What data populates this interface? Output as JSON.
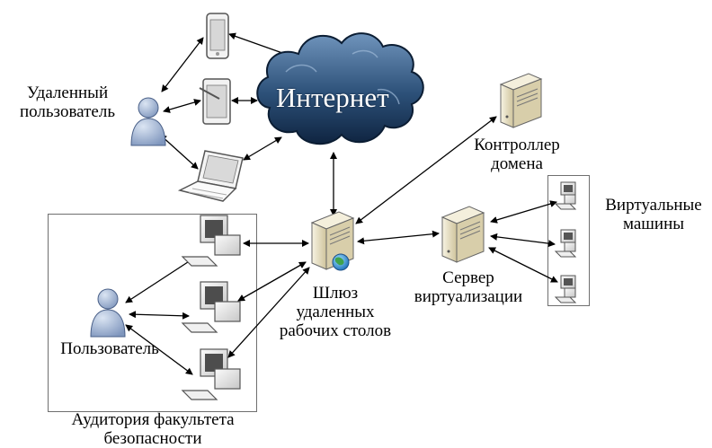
{
  "labels": {
    "internet": "Интернет",
    "remote_user": [
      "Удаленный",
      "пользователь"
    ],
    "domain_controller": [
      "Контроллер",
      "домена"
    ],
    "virtual_machines": [
      "Виртуальные",
      "машины"
    ],
    "gateway": [
      "Шлюз",
      "удаленных",
      "рабочих столов"
    ],
    "virt_server": [
      "Сервер",
      "виртуализации"
    ],
    "user": "Пользователь",
    "classroom": [
      "Аудитория факультета",
      "безопасности"
    ]
  },
  "icons": {
    "remote_user": "user-icon",
    "phone": "smartphone-icon",
    "tablet": "tablet-icon",
    "laptop": "laptop-icon",
    "internet": "cloud-icon",
    "domain_controller": "server-icon",
    "gateway": "server-globe-icon",
    "virt_server": "server-icon",
    "virtual_machine": "desktop-computer-icon",
    "workstation": "desktop-computer-icon",
    "local_user": "user-icon"
  },
  "colors": {
    "cloud": "#2c5078",
    "user": "#8fa6c9",
    "server": "#e7dfc0",
    "line": "#000000"
  }
}
